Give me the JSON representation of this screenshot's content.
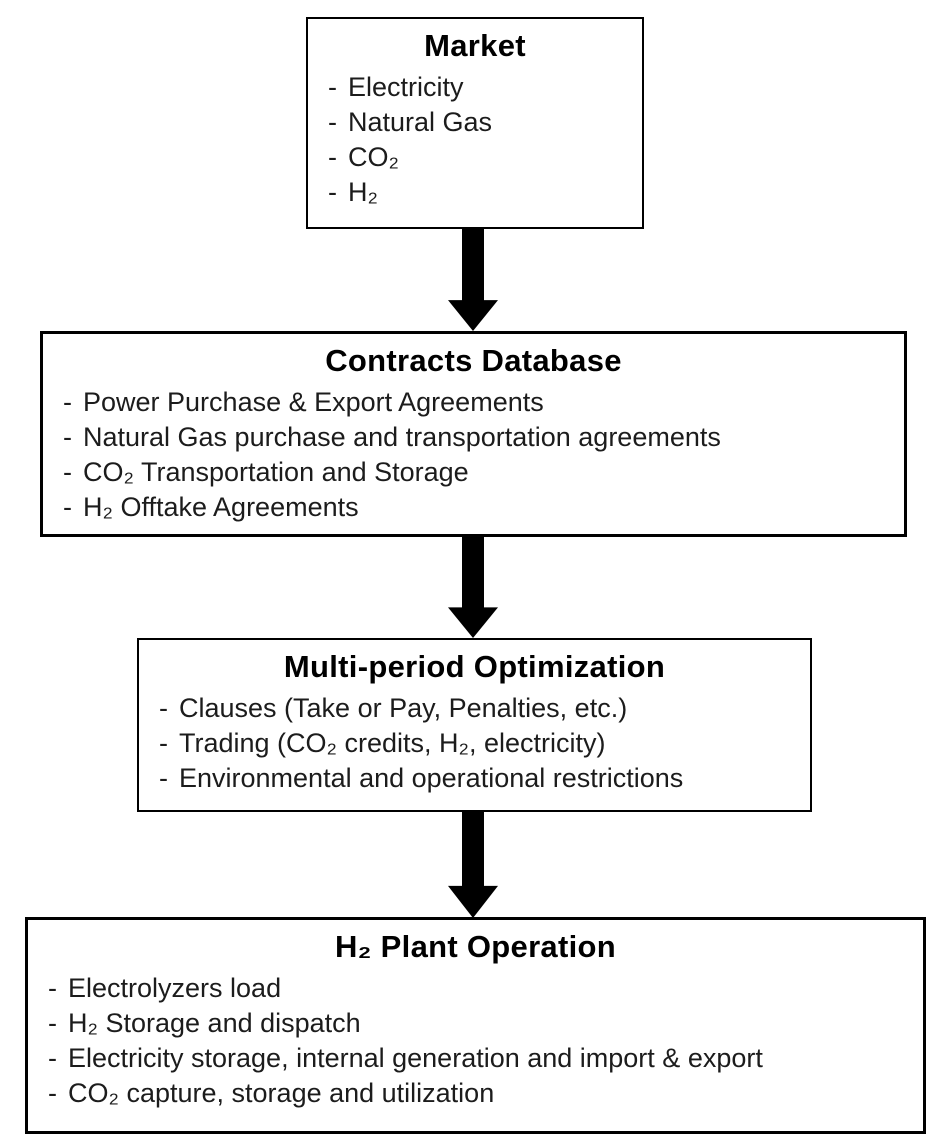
{
  "diagram": {
    "bullet": "-",
    "arrow_color": "#000000",
    "boxes": [
      {
        "title": "Market",
        "items": [
          "Electricity",
          "Natural Gas",
          "CO₂",
          "H₂"
        ]
      },
      {
        "title": "Contracts Database",
        "items": [
          "Power Purchase & Export Agreements",
          "Natural Gas purchase and transportation agreements",
          "CO₂ Transportation and Storage",
          "H₂ Offtake Agreements"
        ]
      },
      {
        "title": "Multi-period Optimization",
        "items": [
          "Clauses (Take or Pay, Penalties, etc.)",
          "Trading (CO₂ credits, H₂, electricity)",
          "Environmental and operational restrictions"
        ]
      },
      {
        "title": "H₂ Plant Operation",
        "items": [
          "Electrolyzers load",
          "H₂ Storage and dispatch",
          "Electricity storage, internal generation and import & export",
          "CO₂ capture, storage and utilization"
        ]
      }
    ]
  }
}
